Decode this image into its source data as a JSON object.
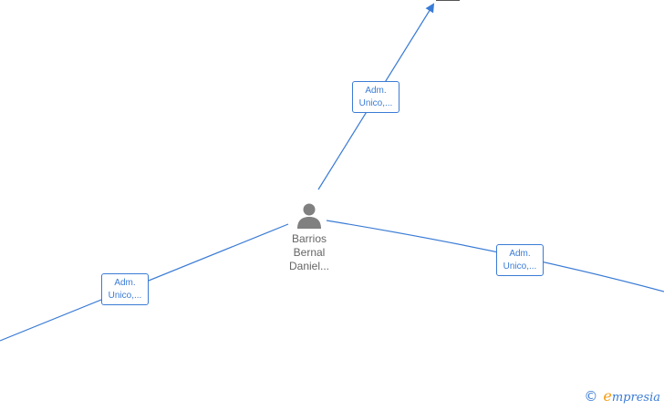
{
  "diagram": {
    "center_node": {
      "name_lines": [
        "Barrios",
        "Bernal",
        "Daniel..."
      ],
      "icon": "person-icon"
    },
    "edges": [
      {
        "label_lines": [
          "Adm.",
          "Unico,..."
        ],
        "direction": "to-top"
      },
      {
        "label_lines": [
          "Adm.",
          "Unico,..."
        ],
        "direction": "to-right"
      },
      {
        "label_lines": [
          "Adm.",
          "Unico,..."
        ],
        "direction": "to-left"
      }
    ],
    "colors": {
      "edge": "#3a7bd5",
      "node_text": "#666666",
      "person_icon": "#808080"
    }
  },
  "watermark": {
    "copyright_symbol": "©",
    "brand_initial": "e",
    "brand_rest": "mpresia"
  }
}
